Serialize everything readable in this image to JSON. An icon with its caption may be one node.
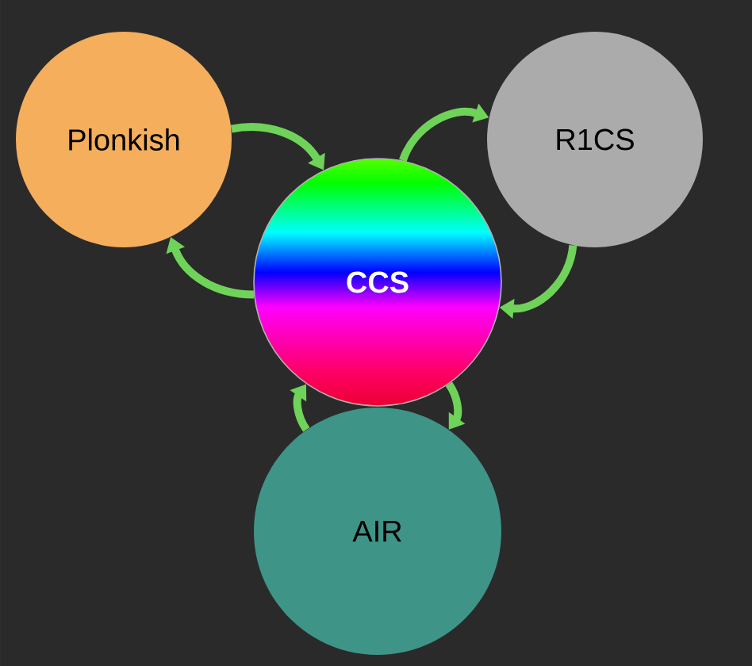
{
  "diagram": {
    "nodes": [
      {
        "text": [
          "Plonkish"
        ]
      },
      {
        "text": [
          "R1CS"
        ]
      },
      {
        "text": [
          "CCS"
        ]
      },
      {
        "text": [
          "AIR"
        ]
      }
    ],
    "edges": [
      {
        "from": 0,
        "to": 2,
        "arrow": "to"
      },
      {
        "from": 2,
        "to": 1,
        "arrow": "to"
      },
      {
        "from": 1,
        "to": 2,
        "arrow": "to"
      },
      {
        "from": 2,
        "to": 3,
        "arrow": "to"
      },
      {
        "from": 3,
        "to": 2,
        "arrow": "to"
      },
      {
        "from": 2,
        "to": 0,
        "arrow": "to"
      }
    ]
  }
}
